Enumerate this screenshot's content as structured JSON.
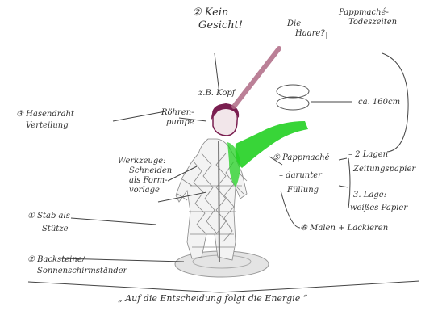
{
  "labels": {
    "kein_gesicht_1": "② Kein",
    "kein_gesicht_2": "Gesicht!",
    "die_haare_1": "Die",
    "die_haare_2": "Haare?",
    "pappmache_1": "Pappmaché-",
    "pappmache_2": "Todeszeiten",
    "kopf": "z.B. Kopf",
    "groesse": "ca. 160cm",
    "hasendraht_1": "③ Hasendraht",
    "hasendraht_2": "Verteilung",
    "rohrenpumpe_1": "Röhren-",
    "rohrenpumpe_2": "pumpe",
    "werkzeuge_1": "Werkzeuge:",
    "werkzeuge_2": "Schneiden",
    "werkzeuge_3": "als Form-",
    "werkzeuge_4": "vorlage",
    "pappmache_step_1": "⑤ Pappmaché",
    "pappmache_step_2": "– darunter",
    "pappmache_step_3": "Füllung",
    "lagen_1": "– 2 Lagen",
    "lagen_2": "Zeitungspapier",
    "lagen_3": "3. Lage:",
    "lagen_4": "weißes Papier",
    "stab_1": "① Stab als",
    "stab_2": "Stütze",
    "malen": "⑥ Malen + Lackieren",
    "backsteine_1": "② Backsteine/",
    "backsteine_2": "Sonnenschirmständer",
    "quote": "„ Auf die Entscheidung folgt die Energie “"
  },
  "colors": {
    "ink": "#333333",
    "stick": "#a0526e",
    "green": "#22d022",
    "hair": "#7a1e50",
    "base": "#b8b8b8"
  }
}
